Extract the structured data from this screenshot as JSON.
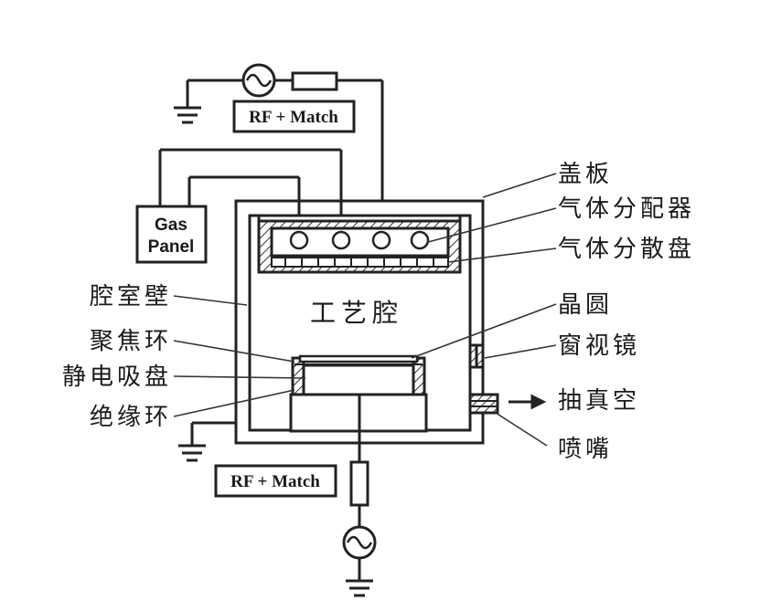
{
  "rf_top_label": "RF + Match",
  "rf_bottom_label": "RF + Match",
  "gas_panel": {
    "line1": "Gas",
    "line2": "Panel"
  },
  "chamber_label": "工艺腔",
  "labels_right": {
    "lid": "盖板",
    "gas_distributor": "气体分配器",
    "gas_diffuser": "气体分散盘",
    "wafer": "晶圆",
    "viewport": "窗视镜",
    "vacuum": "抽真空",
    "nozzle": "喷嘴"
  },
  "labels_left": {
    "chamber_wall": "腔室壁",
    "focus_ring": "聚焦环",
    "esc": "静电吸盘",
    "insulator_ring": "绝缘环"
  }
}
